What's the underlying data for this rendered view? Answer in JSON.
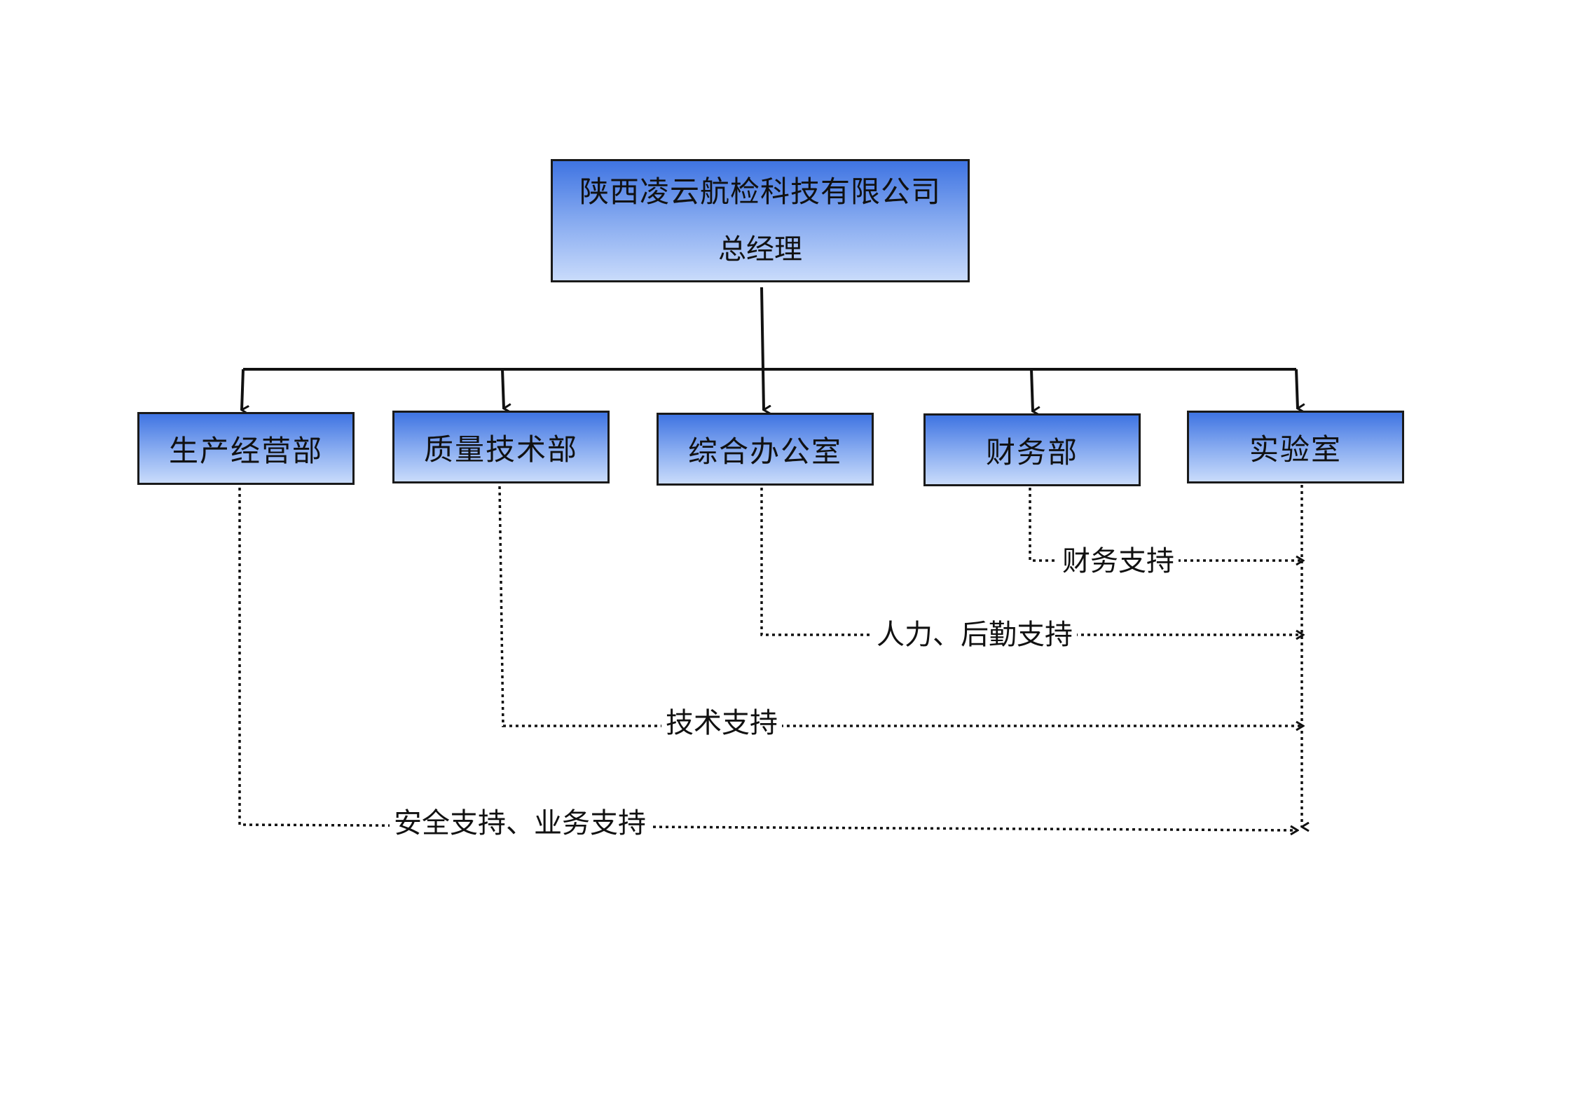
{
  "org_chart": {
    "top": {
      "company": "陕西凌云航检科技有限公司",
      "title": "总经理"
    },
    "departments": [
      {
        "label": "生产经营部"
      },
      {
        "label": "质量技术部"
      },
      {
        "label": "综合办公室"
      },
      {
        "label": "财务部"
      },
      {
        "label": "实验室"
      }
    ],
    "support_flows": [
      {
        "label": "财务支持",
        "from": "财务部",
        "to": "实验室"
      },
      {
        "label": "人力、后勤支持",
        "from": "综合办公室",
        "to": "实验室"
      },
      {
        "label": "技术支持",
        "from": "质量技术部",
        "to": "实验室"
      },
      {
        "label": "安全支持、业务支持",
        "from": "生产经营部",
        "to": "实验室"
      }
    ]
  },
  "colors": {
    "box_gradient_top": "#3f74e2",
    "box_gradient_bottom": "#c9dbfb",
    "line": "#111111"
  }
}
